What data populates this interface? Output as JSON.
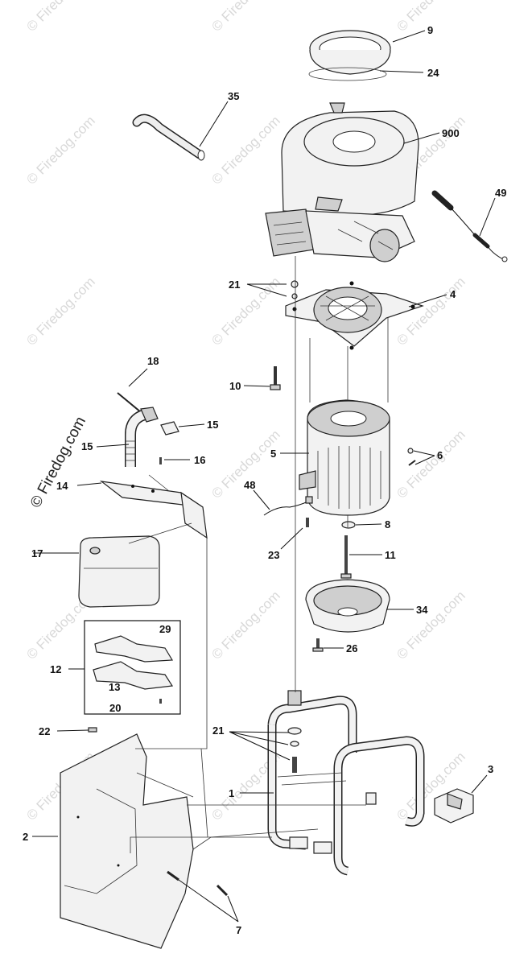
{
  "watermark": {
    "text": "© Firedog.com",
    "prominent_text": "© Firedog.com"
  },
  "callouts": {
    "c9": "9",
    "c24": "24",
    "c35": "35",
    "c900": "900",
    "c49": "49",
    "c21a": "21",
    "c4": "4",
    "c18": "18",
    "c10": "10",
    "c15a": "15",
    "c15b": "15",
    "c16": "16",
    "c5": "5",
    "c6": "6",
    "c14": "14",
    "c48": "48",
    "c8": "8",
    "c17": "17",
    "c23": "23",
    "c11": "11",
    "c34": "34",
    "c29": "29",
    "c26": "26",
    "c12": "12",
    "c13": "13",
    "c20": "20",
    "c22": "22",
    "c21b": "21",
    "c3": "3",
    "c1": "1",
    "c2": "2",
    "c7": "7"
  }
}
